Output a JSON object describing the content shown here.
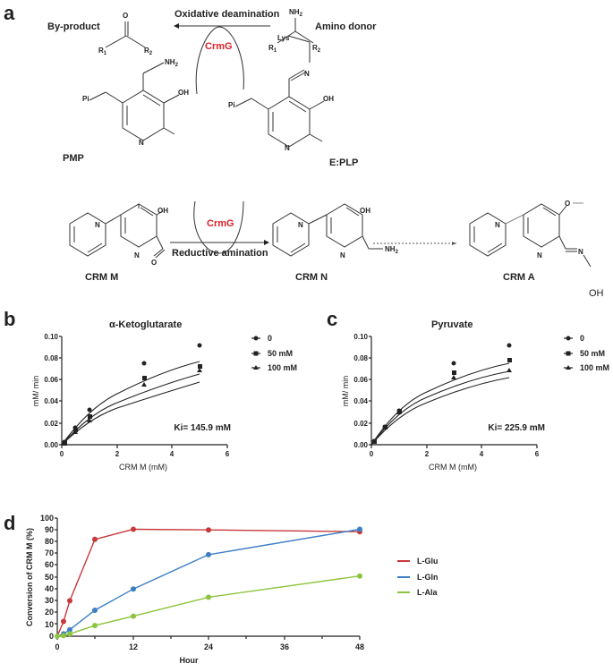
{
  "panel_a": {
    "letter": "a",
    "top_arrow_label": "Oxidative deamination",
    "bottom_arrow_label": "Reductive amination",
    "enzyme_top": "CrmG",
    "enzyme_bottom": "CrmG",
    "by_product_label": "By-product",
    "amino_donor_label": "Amino donor",
    "pmp_label": "PMP",
    "eplp_label": "E:PLP",
    "crm_m_label": "CRM M",
    "crm_n_label": "CRM N",
    "crm_a_label": "CRM A",
    "atoms": {
      "O": "O",
      "NH2": "NH",
      "sub2": "2",
      "R1": "R",
      "R2": "R",
      "s1": "1",
      "s2": "2",
      "OH": "OH",
      "N": "N",
      "Pi": "Pi",
      "Lys": "Lys"
    },
    "enzyme_color": "#e0202a"
  },
  "chart_data": [
    {
      "panel": "b",
      "type": "scatter",
      "title": "α-Ketoglutarate",
      "xlabel": "CRM M (mM)",
      "ylabel": "mM/ min",
      "xlim": [
        0,
        6
      ],
      "ylim": [
        0,
        0.1
      ],
      "xticks": [
        "0",
        "2",
        "4",
        "6"
      ],
      "yticks": [
        "0.00",
        "0.02",
        "0.04",
        "0.06",
        "0.08",
        "0.10"
      ],
      "annotation": "Ki= 145.9 mM",
      "legend": [
        "0",
        "50 mM",
        "100 mM"
      ],
      "x": [
        0.1,
        0.5,
        1,
        3,
        5
      ],
      "series": [
        {
          "name": "0",
          "marker": "circle",
          "values": [
            0.003,
            0.016,
            0.032,
            0.075,
            0.092
          ]
        },
        {
          "name": "50 mM",
          "marker": "square",
          "values": [
            0.003,
            0.014,
            0.027,
            0.061,
            0.078
          ]
        },
        {
          "name": "100 mM",
          "marker": "triangle",
          "values": [
            0.002,
            0.012,
            0.023,
            0.054,
            0.068
          ]
        }
      ]
    },
    {
      "panel": "c",
      "type": "scatter",
      "title": "Pyruvate",
      "xlabel": "CRM M (mM)",
      "ylabel": "mM/ min",
      "xlim": [
        0,
        6
      ],
      "ylim": [
        0,
        0.1
      ],
      "xticks": [
        "0",
        "2",
        "4",
        "6"
      ],
      "yticks": [
        "0.00",
        "0.02",
        "0.04",
        "0.06",
        "0.08",
        "0.10"
      ],
      "annotation": "Ki= 225.9 mM",
      "legend": [
        "0",
        "50 mM",
        "100 mM"
      ],
      "x": [
        0.1,
        0.5,
        1,
        3,
        5
      ],
      "series": [
        {
          "name": "0",
          "marker": "circle",
          "values": [
            0.003,
            0.016,
            0.031,
            0.075,
            0.092
          ]
        },
        {
          "name": "50 mM",
          "marker": "square",
          "values": [
            0.003,
            0.016,
            0.031,
            0.066,
            0.08
          ]
        },
        {
          "name": "100 mM",
          "marker": "triangle",
          "values": [
            0.003,
            0.016,
            0.03,
            0.062,
            0.07
          ]
        }
      ]
    },
    {
      "panel": "d",
      "type": "line",
      "title": "",
      "xlabel": "Hour",
      "ylabel": "Conversion of CRM M (%)",
      "xlim": [
        0,
        48
      ],
      "ylim": [
        0,
        100
      ],
      "xticks": [
        "0",
        "12",
        "24",
        "36",
        "48"
      ],
      "yticks": [
        "0",
        "10",
        "20",
        "30",
        "40",
        "50",
        "60",
        "70",
        "80",
        "90",
        "100"
      ],
      "legend_position": "right",
      "x": [
        0,
        1,
        2,
        6,
        12,
        24,
        48
      ],
      "series": [
        {
          "name": "L-Glu",
          "color": "#c8393b",
          "values": [
            0,
            12.5,
            30,
            82,
            90.5,
            90,
            88.5
          ]
        },
        {
          "name": "L-Gln",
          "color": "#3d7fc6",
          "values": [
            0,
            2,
            5.5,
            22,
            40,
            69,
            90.5
          ]
        },
        {
          "name": "L-Ala",
          "color": "#8dc43f",
          "values": [
            0,
            0.5,
            2,
            9,
            17,
            33,
            51
          ]
        }
      ]
    }
  ],
  "labels": {
    "b_letter": "b",
    "c_letter": "c",
    "d_letter": "d"
  }
}
